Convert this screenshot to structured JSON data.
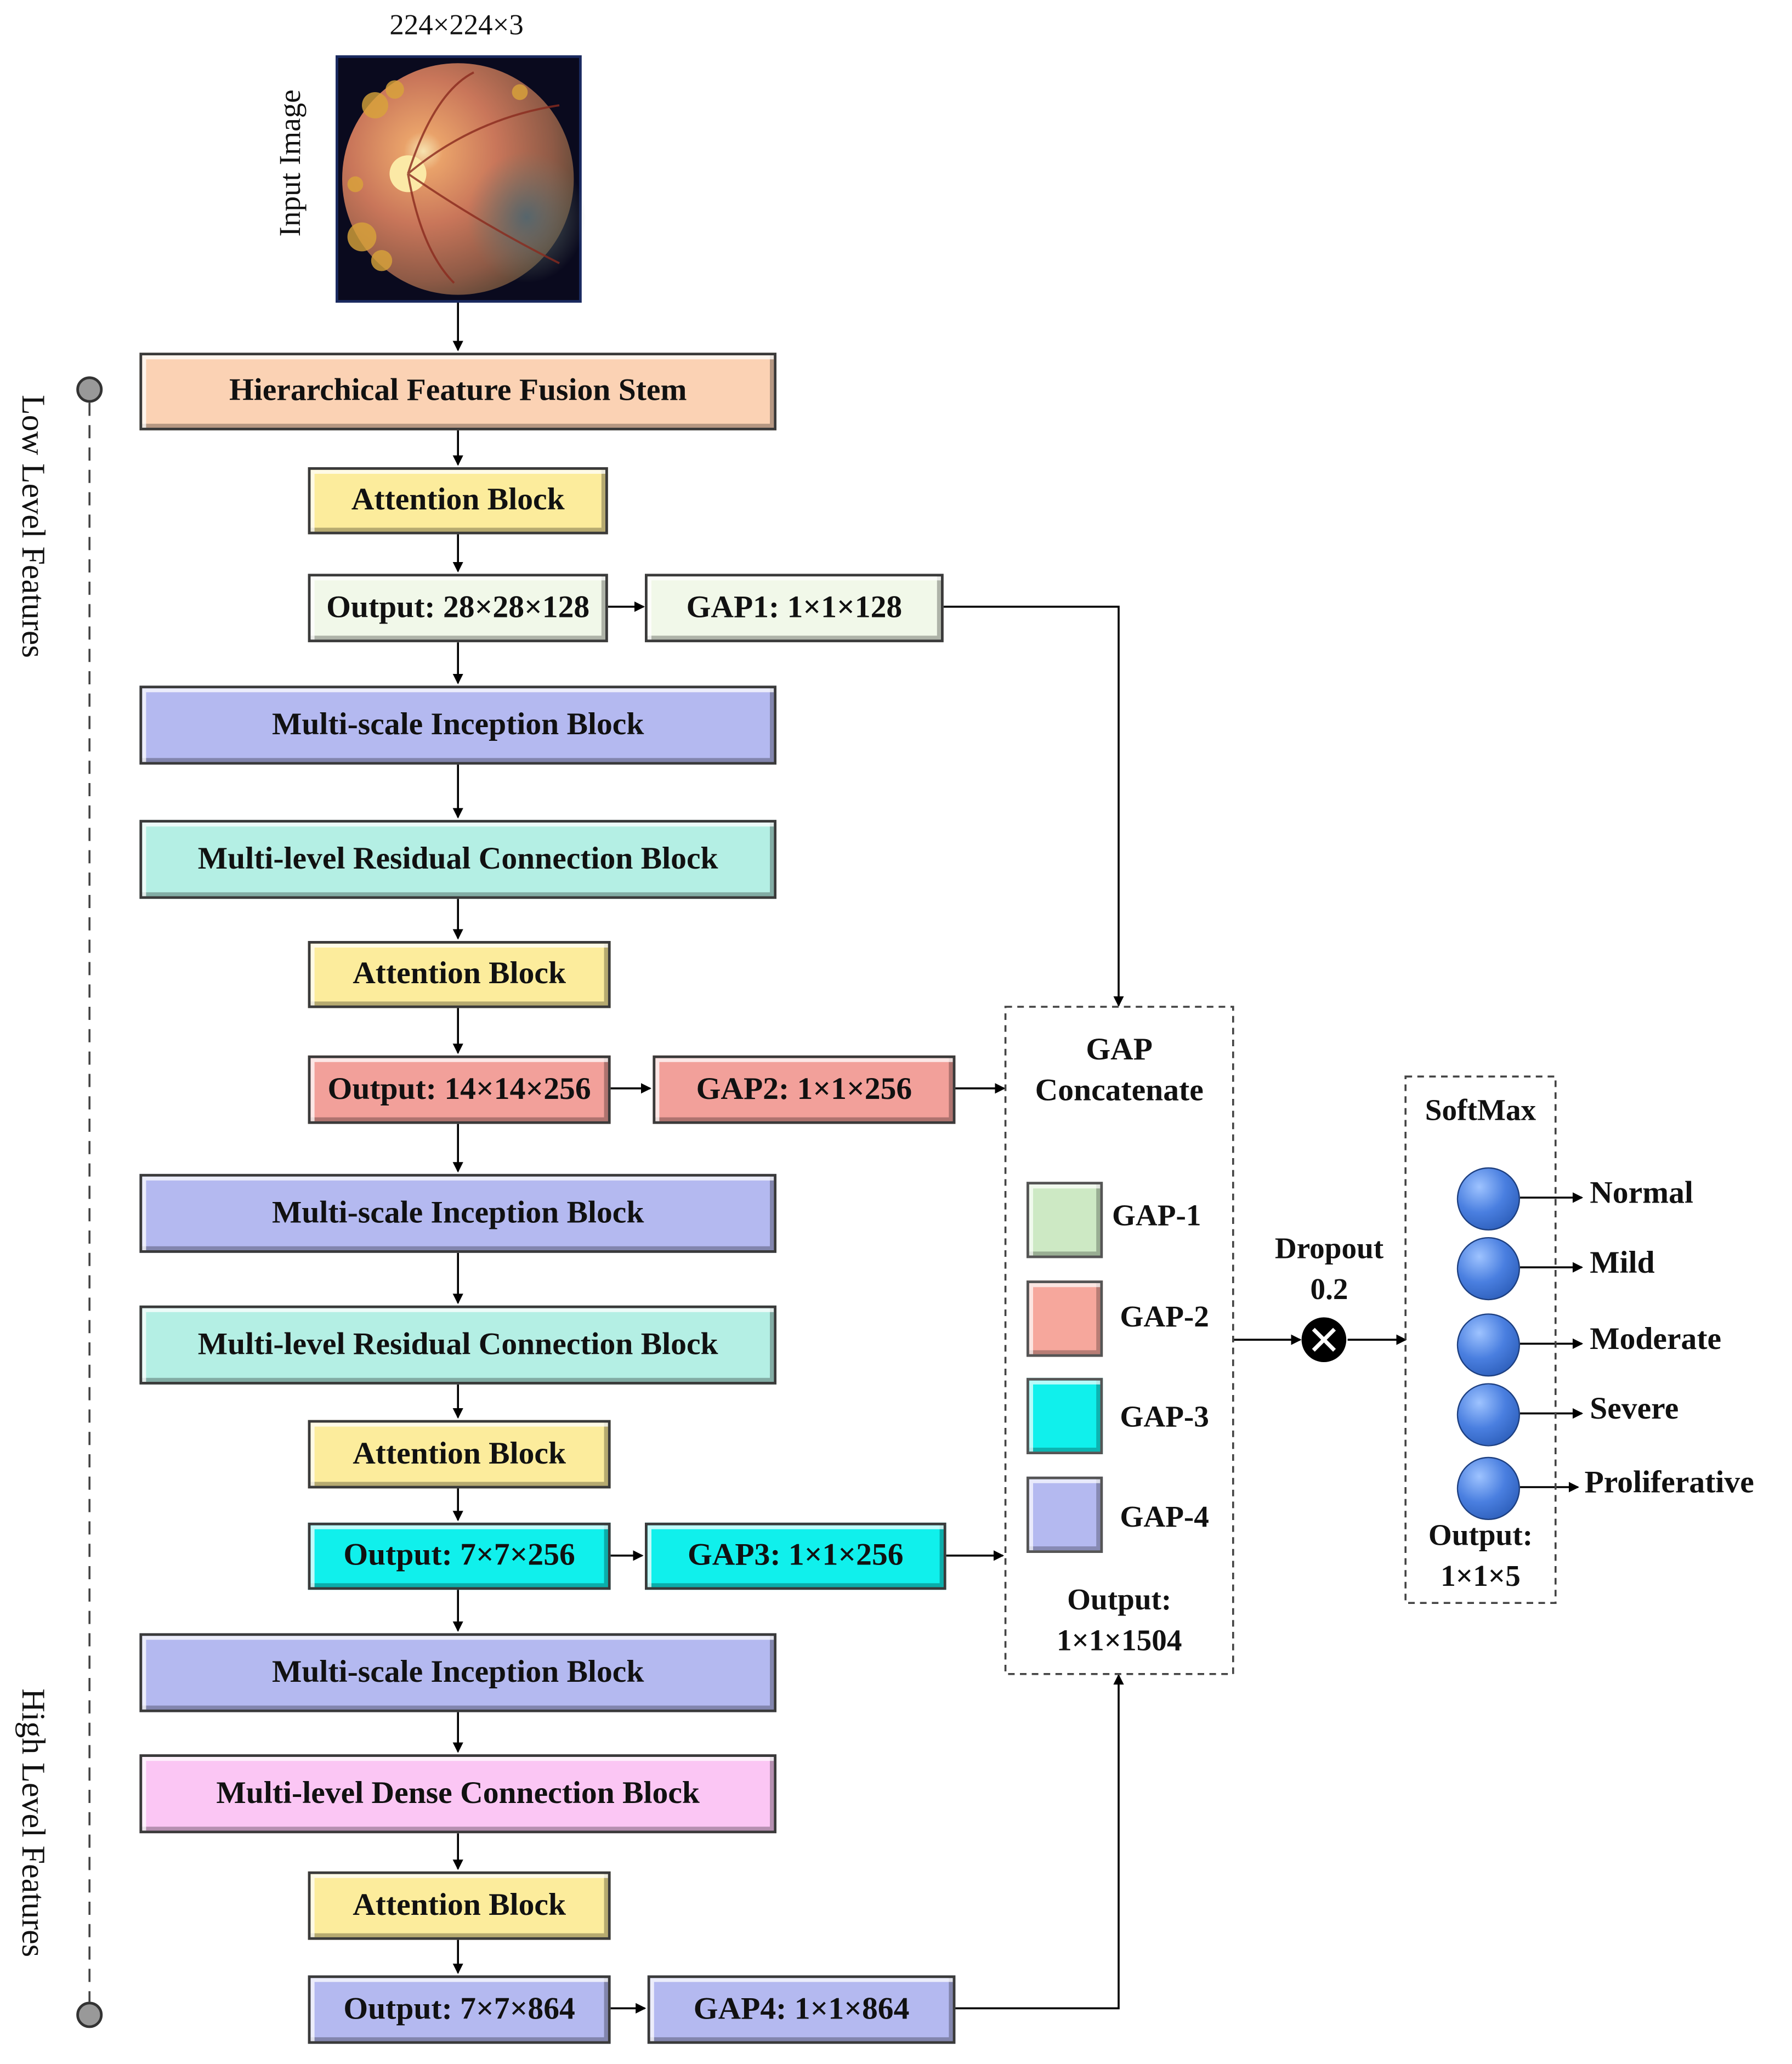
{
  "input": {
    "size_label": "224×224×3",
    "side_label": "Input Image"
  },
  "stages": {
    "stem": "Hierarchical Feature Fusion Stem",
    "attn1": "Attention Block",
    "out1": "Output: 28×28×128",
    "gap1": "GAP1: 1×1×128",
    "incep1": "Multi-scale Inception Block",
    "res1": "Multi-level Residual Connection Block",
    "attn2": "Attention Block",
    "out2": "Output: 14×14×256",
    "gap2": "GAP2: 1×1×256",
    "incep2": "Multi-scale Inception Block",
    "res2": "Multi-level Residual Connection Block",
    "attn3": "Attention Block",
    "out3": "Output: 7×7×256",
    "gap3": "GAP3: 1×1×256",
    "incep3": "Multi-scale Inception Block",
    "dense": "Multi-level Dense Connection Block",
    "attn4": "Attention Block",
    "out4": "Output: 7×7×864",
    "gap4": "GAP4: 1×1×864"
  },
  "concat": {
    "title_line1": "GAP",
    "title_line2": "Concatenate",
    "legend": [
      "GAP-1",
      "GAP-2",
      "GAP-3",
      "GAP-4"
    ],
    "output_line1": "Output:",
    "output_line2": "1×1×1504"
  },
  "dropout": {
    "label": "Dropout",
    "rate": "0.2"
  },
  "softmax": {
    "title": "SoftMax",
    "classes": [
      "Normal",
      "Mild",
      "Moderate",
      "Severe",
      "Proliferative"
    ],
    "output_line1": "Output:",
    "output_line2": "1×1×5"
  },
  "side_axis": {
    "top": "Low Level Features",
    "bottom": "High Level Features"
  },
  "colors": {
    "stem": "#fbd2b4",
    "attention": "#fcec9c",
    "gap1": "#f1f8e9",
    "inception": "#b4b9f0",
    "residual": "#b4efe4",
    "gap2": "#f2a09a",
    "gap3": "#10f0ec",
    "dense": "#fbc6f4",
    "gap4": "#b4b9f0"
  }
}
